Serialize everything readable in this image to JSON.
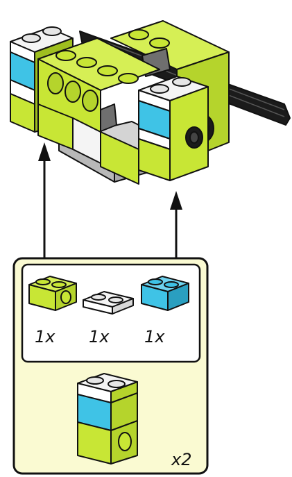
{
  "colors": {
    "lime": "#c8e635",
    "lime_dark": "#9fbf1f",
    "azure": "#3fc3e6",
    "azure_dark": "#2a9fc0",
    "white_brick": "#f4f4f4",
    "grey_plate": "#c9c9c9",
    "axle": "#1b1b1b",
    "callout_fill": "#fafad2",
    "outline": "#111111"
  },
  "parts_list": [
    {
      "part": "lime-technic-brick-1x2",
      "quantity": "1x"
    },
    {
      "part": "white-plate-1x2",
      "quantity": "1x"
    },
    {
      "part": "azure-brick-1x2",
      "quantity": "1x"
    }
  ],
  "subassembly_multiplier": "x2",
  "arrows": [
    {
      "name": "left-attach-arrow"
    },
    {
      "name": "right-attach-arrow"
    }
  ]
}
